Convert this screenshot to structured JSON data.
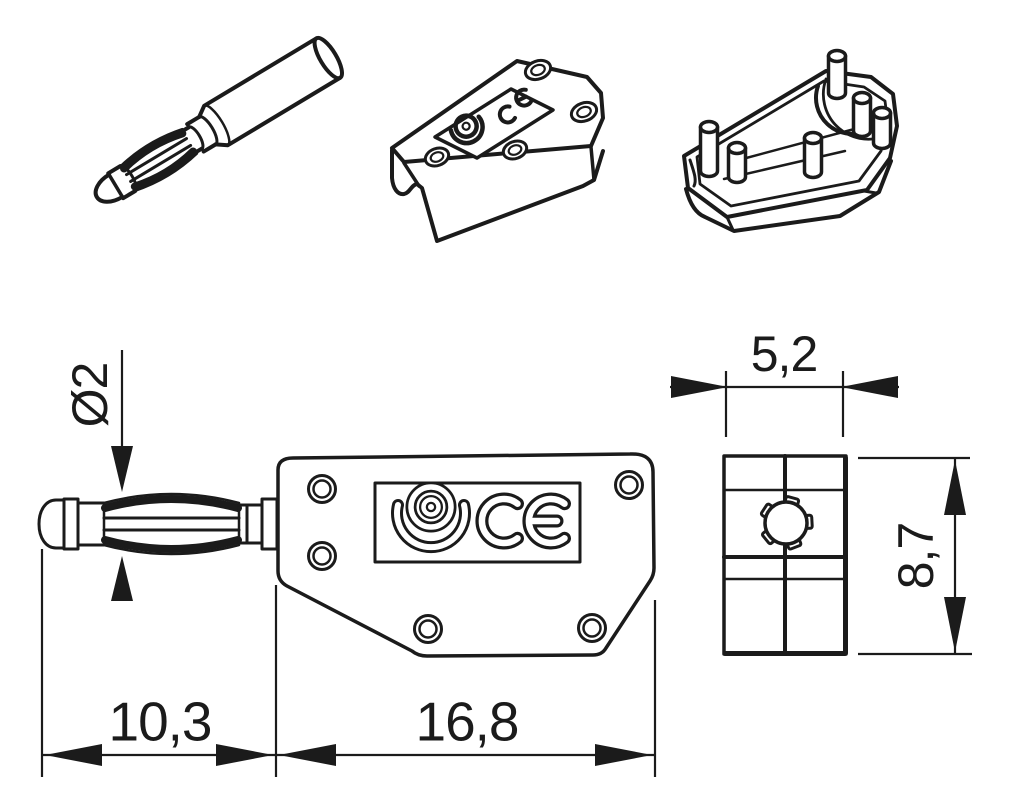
{
  "background": "#ffffff",
  "line_color": "#1b1b1b",
  "labels": {
    "pin_diameter": "Ø2",
    "pin_length": "10,3",
    "body_length": "16,8",
    "body_width": "5,2",
    "body_height": "8,7"
  },
  "markings": {
    "ce": "CE"
  }
}
